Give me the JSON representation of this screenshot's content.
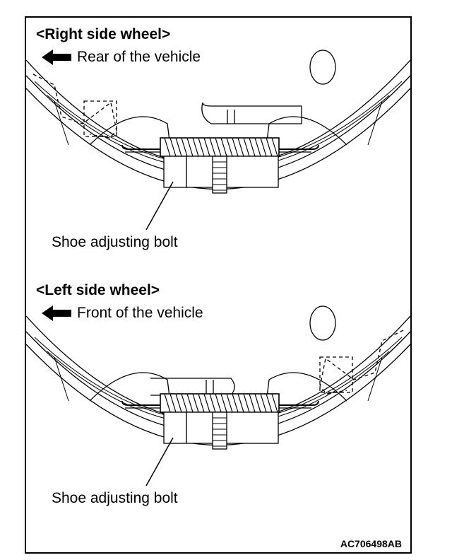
{
  "figure": {
    "code": "AC706498AB",
    "panels": [
      {
        "title": "<Right side wheel>",
        "direction_label": "Rear of the vehicle",
        "callout": "Shoe adjusting bolt"
      },
      {
        "title": "<Left side wheel>",
        "direction_label": "Front of the vehicle",
        "callout": "Shoe adjusting bolt"
      }
    ]
  },
  "colors": {
    "line": "#000000",
    "background": "#ffffff"
  },
  "icons": {
    "direction_arrow": "arrow-left-icon"
  }
}
